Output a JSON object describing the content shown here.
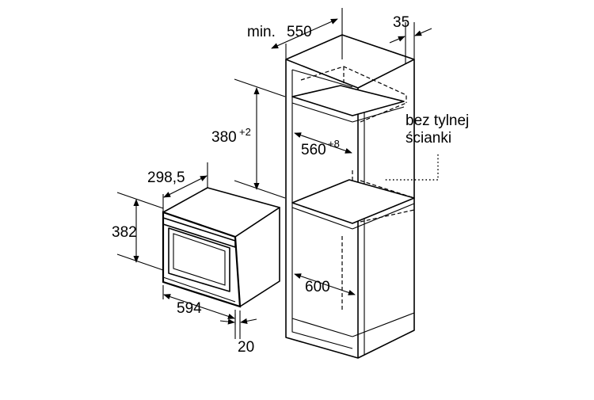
{
  "dimensions": {
    "min_label": "min.",
    "cabinet_depth": "550",
    "rear_gap": "35",
    "niche_height": "380",
    "niche_height_tol": "+2",
    "niche_width": "560",
    "niche_width_tol": "+8",
    "appliance_depth": "298,5",
    "appliance_height": "382",
    "appliance_width": "594",
    "front_depth": "20",
    "lower_depth": "600"
  },
  "notes": {
    "no_back_line1": "bez tylnej",
    "no_back_line2": "ścianki"
  }
}
